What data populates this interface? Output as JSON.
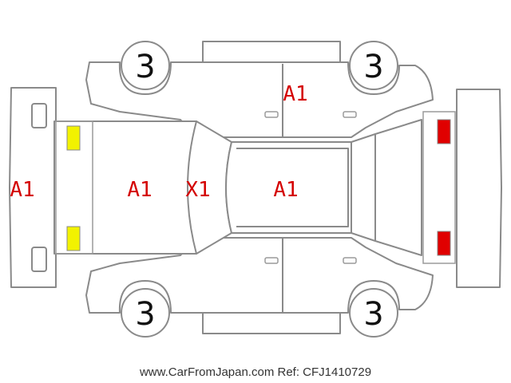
{
  "inspection_marks": {
    "front_bumper": "A1",
    "hood": "A1",
    "windshield": "X1",
    "roof": "A1",
    "left_rear_door": "A1"
  },
  "tire_marks": {
    "front_left": "3",
    "rear_left": "3",
    "front_right": "3",
    "rear_right": "3"
  },
  "colors": {
    "mark_text": "#d40000",
    "front_lamps": "#f2f200",
    "rear_lamps": "#e00000",
    "outline": "#8a8a8a"
  },
  "footer": {
    "watermark": "www.CarFromJapan.com Ref: CFJ1410729"
  }
}
